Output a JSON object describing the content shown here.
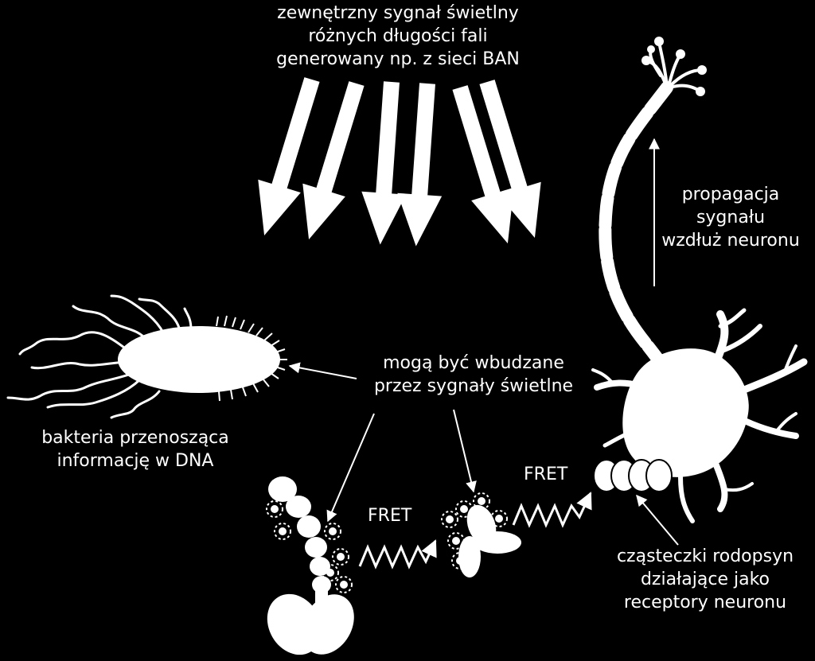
{
  "colors": {
    "background": "#000000",
    "foreground": "#ffffff"
  },
  "labels": {
    "external_signal": [
      "zewnętrzny sygnał świetlny",
      "różnych długości fali",
      "generowany np. z sieci BAN"
    ],
    "propagation": [
      "propagacja",
      "sygnału",
      "wzdłuż neuronu"
    ],
    "excitable": [
      "mogą być wbudzane",
      "przez sygnały świetlne"
    ],
    "bacterium": [
      "bakteria przenosząca",
      "informację w DNA"
    ],
    "fret_left": "FRET",
    "fret_right": "FRET",
    "rhodopsin": [
      "cząsteczki rodopsyn",
      "działające jako",
      "receptory neuronu"
    ]
  }
}
